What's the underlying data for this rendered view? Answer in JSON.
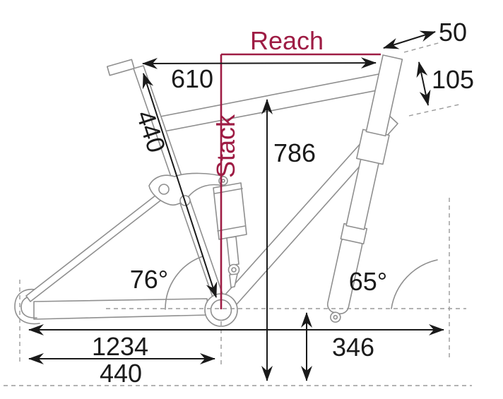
{
  "colors": {
    "maroon_accent": "#9e1c44",
    "ink_black": "#1a1a1a",
    "frame_gray": "#8f8f8f",
    "datum_dash_gray": "#9a9a9a",
    "background": "#ffffff"
  },
  "labels": {
    "reach": "Reach",
    "stack": "Stack"
  },
  "measurements": {
    "effective_top_tube": "610",
    "seat_tube_length": "440",
    "standover_height": "786",
    "stem_length": "50",
    "head_tube_length": "105",
    "seat_tube_angle": "76°",
    "head_tube_angle": "65°",
    "wheelbase": "1234",
    "chainstay_length": "440",
    "axle_height": "346"
  }
}
